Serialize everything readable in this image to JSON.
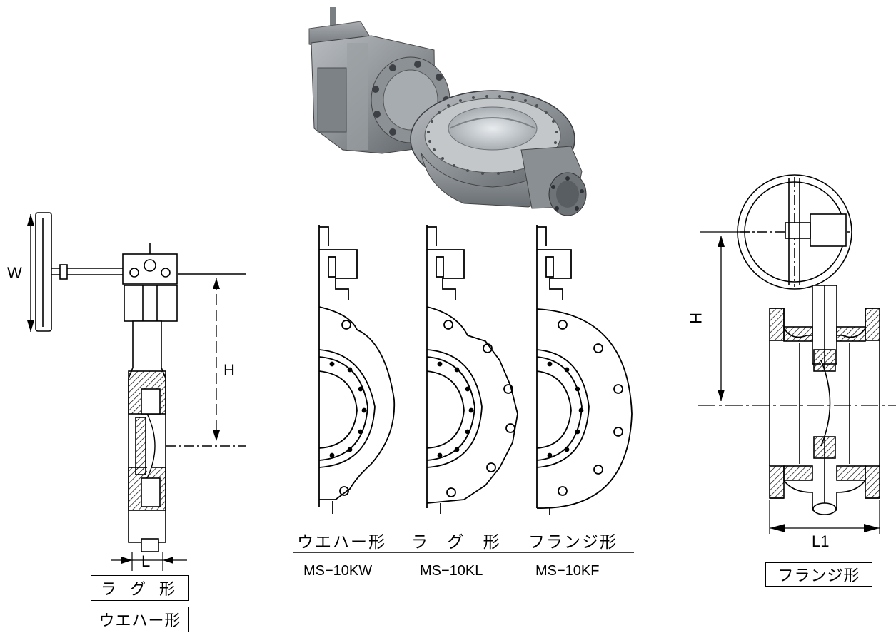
{
  "photo": {
    "subject": "butterfly-valve-photo"
  },
  "left_drawing": {
    "dim_w": "W",
    "dim_h": "H",
    "dim_l": "L",
    "label_lug": "ラ グ 形",
    "label_wafer": "ウエハー形"
  },
  "center_drawings": {
    "wafer_caption": "ウエハー形",
    "lug_caption": "ラ グ 形",
    "flange_caption": "フランジ形",
    "wafer_model": "MS−10KW",
    "lug_model": "MS−10KL",
    "flange_model": "MS−10KF"
  },
  "right_drawing": {
    "dim_h": "H",
    "dim_l1": "L1",
    "label_flange": "フランジ形"
  }
}
